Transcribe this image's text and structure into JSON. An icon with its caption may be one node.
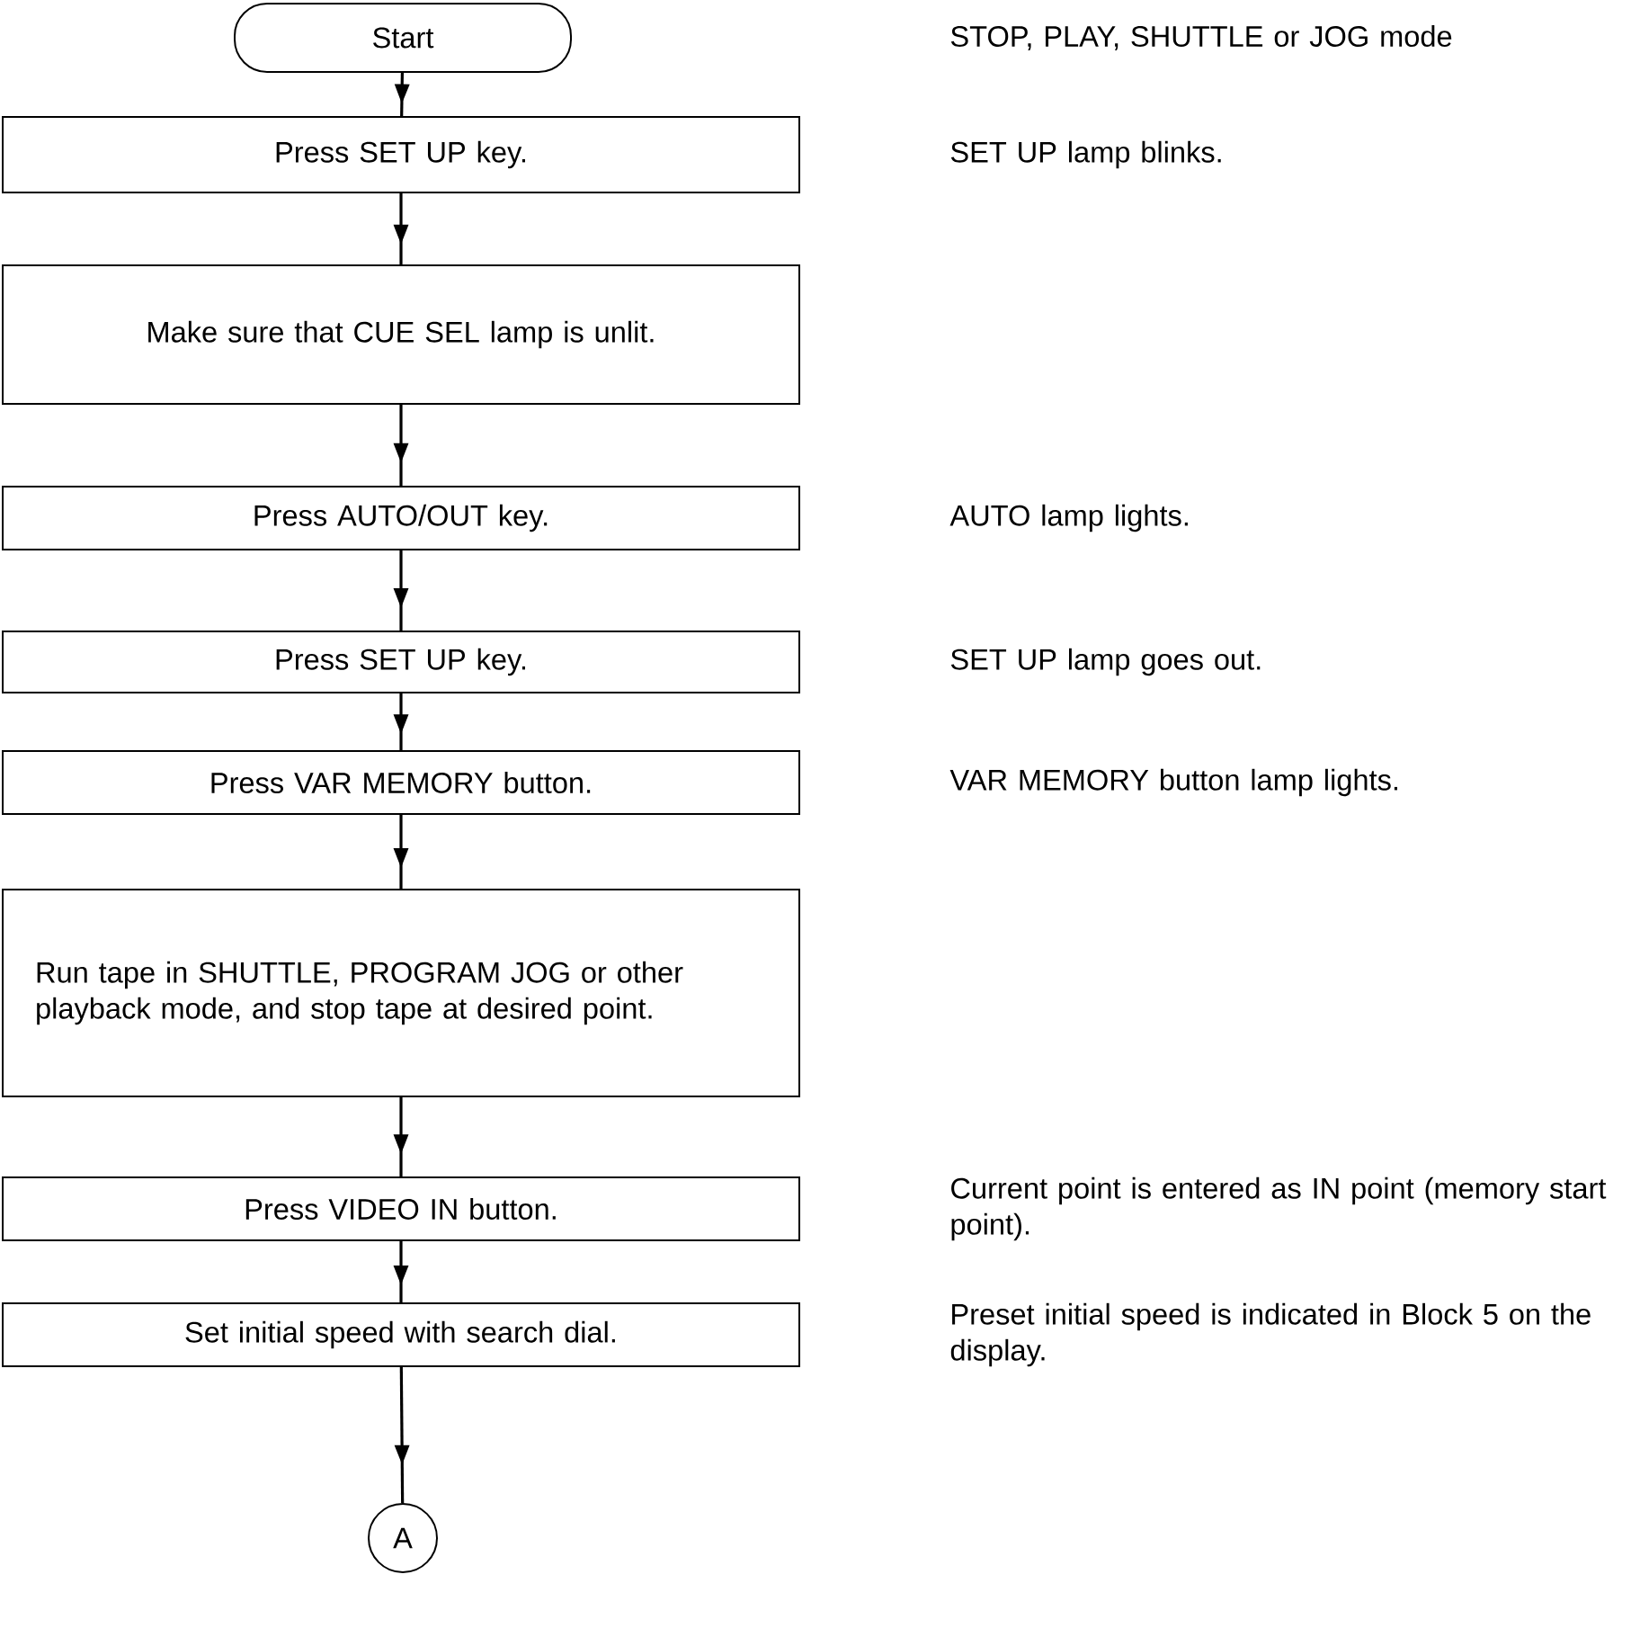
{
  "diagram": {
    "nodes": [
      {
        "text": [
          "Start"
        ]
      },
      {
        "text": [
          "Press SET UP key."
        ]
      },
      {
        "text": [
          "Make sure that CUE SEL lamp is unlit."
        ]
      },
      {
        "text": [
          "Press AUTO/OUT key."
        ]
      },
      {
        "text": [
          "Press SET UP key."
        ]
      },
      {
        "text": [
          "Press VAR MEMORY button."
        ]
      },
      {
        "text": [
          "Run tape in SHUTTLE, PROGRAM JOG or other playback mode, and stop tape at desired point."
        ]
      },
      {
        "text": [
          "Press VIDEO IN button."
        ]
      },
      {
        "text": [
          "Set initial speed with search dial."
        ]
      },
      {
        "text": [
          "A"
        ]
      }
    ],
    "edges": [
      {
        "from": 0,
        "to": 1,
        "arrow": "to"
      },
      {
        "from": 1,
        "to": 2,
        "arrow": "to"
      },
      {
        "from": 2,
        "to": 3,
        "arrow": "to"
      },
      {
        "from": 3,
        "to": 4,
        "arrow": "to"
      },
      {
        "from": 4,
        "to": 5,
        "arrow": "to"
      },
      {
        "from": 5,
        "to": 6,
        "arrow": "to"
      },
      {
        "from": 6,
        "to": 7,
        "arrow": "to"
      },
      {
        "from": 7,
        "to": 8,
        "arrow": "to"
      },
      {
        "from": 8,
        "to": 9,
        "arrow": "to"
      }
    ],
    "labels": [
      "STOP, PLAY, SHUTTLE or JOG mode",
      "SET UP lamp blinks.",
      "AUTO lamp lights.",
      "SET UP lamp goes out.",
      "VAR MEMORY button lamp lights.",
      "Current point is entered as IN point (memory start point).",
      "Preset initial speed is indicated in Block 5 on the display."
    ]
  }
}
